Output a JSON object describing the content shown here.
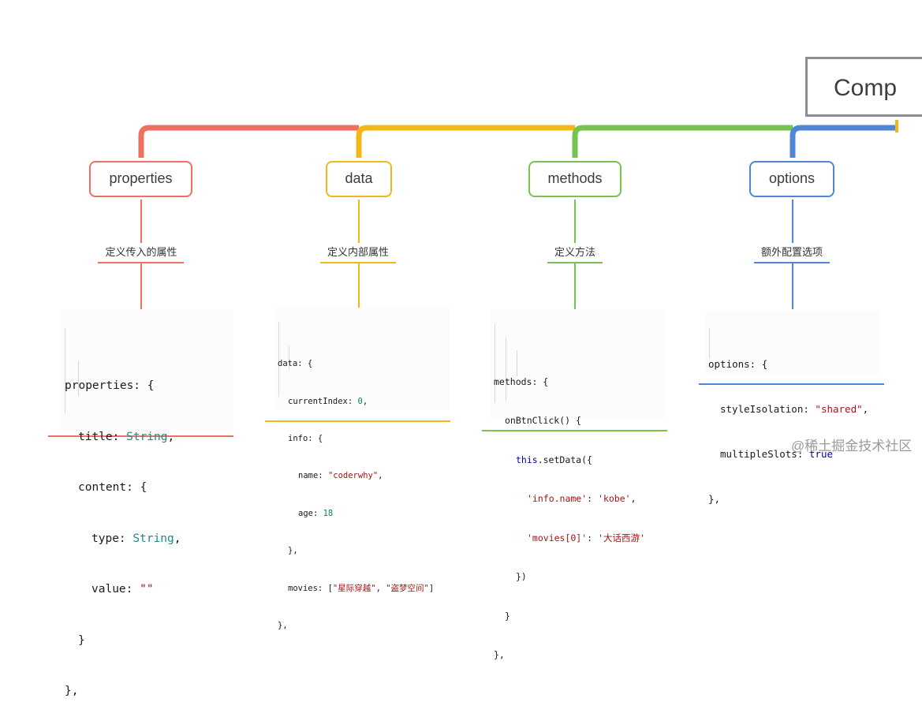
{
  "root": {
    "label": "Comp"
  },
  "colors": {
    "properties": "#ef6f60",
    "data": "#f3b817",
    "methods": "#76c44f",
    "options": "#4f86d6",
    "root_border": "#8c9096"
  },
  "branches": [
    {
      "key": "properties",
      "label": "properties",
      "subtitle": "定义传入的属性"
    },
    {
      "key": "data",
      "label": "data",
      "subtitle": "定义内部属性"
    },
    {
      "key": "methods",
      "label": "methods",
      "subtitle": "定义方法"
    },
    {
      "key": "options",
      "label": "options",
      "subtitle": "额外配置选项"
    }
  ],
  "code": {
    "properties": {
      "l1": "properties: {",
      "l2_key": "title: ",
      "l2_val": "String",
      "l2_end": ",",
      "l3": "content: {",
      "l4_key": "type: ",
      "l4_val": "String",
      "l4_end": ",",
      "l5_key": "value: ",
      "l5_val": "\"\"",
      "l6": "}",
      "l7": "},"
    },
    "data": {
      "l1": "data: {",
      "l2_key": "currentIndex: ",
      "l2_val": "0",
      "l2_end": ",",
      "l3": "info: {",
      "l4_key": "name: ",
      "l4_val": "\"coderwhy\"",
      "l4_end": ",",
      "l5_key": "age: ",
      "l5_val": "18",
      "l6": "},",
      "l7_key": "movies: [",
      "l7_v1": "\"星际穿越\"",
      "l7_sep": ", ",
      "l7_v2": "\"盗梦空间\"",
      "l7_end": "]",
      "l8": "},"
    },
    "methods": {
      "l1": "methods: {",
      "l2": "onBtnClick() {",
      "l3_kw": "this",
      "l3_rest": ".setData({",
      "l4_key": "'info.name'",
      "l4_sep": ": ",
      "l4_val": "'kobe'",
      "l4_end": ",",
      "l5_key": "'movies[0]'",
      "l5_sep": ": ",
      "l5_val": "'大话西游'",
      "l6": "})",
      "l7": "}",
      "l8": "},"
    },
    "options": {
      "l1": "options: {",
      "l2_key": "styleIsolation: ",
      "l2_val": "\"shared\"",
      "l2_end": ",",
      "l3_key": "multipleSlots: ",
      "l3_val": "true",
      "l4": "},"
    }
  },
  "watermark": "@稀土掘金技术社区"
}
